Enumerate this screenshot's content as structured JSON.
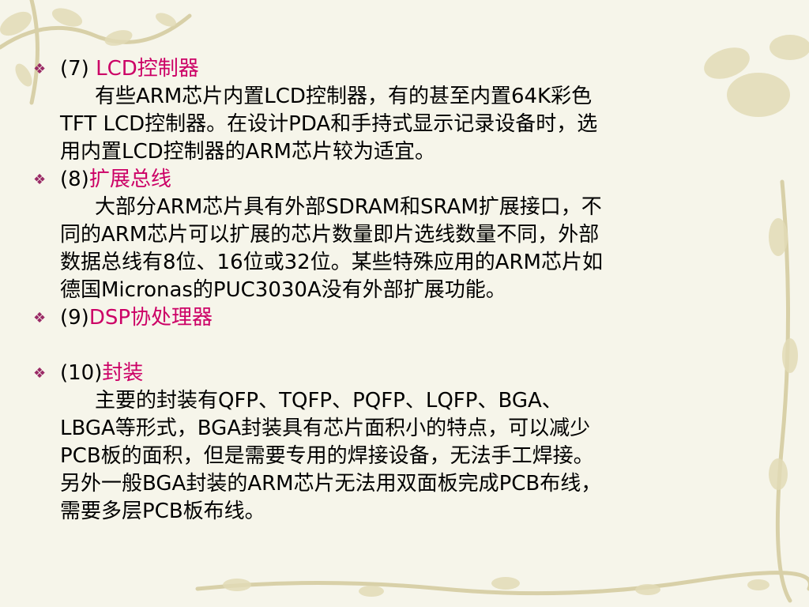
{
  "slide": {
    "background_color": "#f6f5ea",
    "accent_color": "#cc0066",
    "bullet_icon": "diamond-bullet-icon",
    "items": [
      {
        "number": "(7) ",
        "topic": "LCD控制器",
        "body": "有些ARM芯片内置LCD控制器，有的甚至内置64K彩色\nTFT LCD控制器。在设计PDA和手持式显示记录设备时，选\n用内置LCD控制器的ARM芯片较为适宜。"
      },
      {
        "number": "(8)",
        "topic": "扩展总线",
        "body": "大部分ARM芯片具有外部SDRAM和SRAM扩展接口，不\n同的ARM芯片可以扩展的芯片数量即片选线数量不同，外部\n数据总线有8位、16位或32位。某些特殊应用的ARM芯片如\n德国Micronas的PUC3030A没有外部扩展功能。"
      },
      {
        "number": "(9)",
        "topic": "DSP协处理器"
      },
      {
        "number": "(10)",
        "topic": "封装",
        "body": "主要的封装有QFP、TQFP、PQFP、LQFP、BGA、\nLBGA等形式，BGA封装具有芯片面积小的特点，可以减少\nPCB板的面积，但是需要专用的焊接设备，无法手工焊接。\n另外一般BGA封装的ARM芯片无法用双面板完成PCB布线，\n需要多层PCB板布线。"
      }
    ]
  }
}
